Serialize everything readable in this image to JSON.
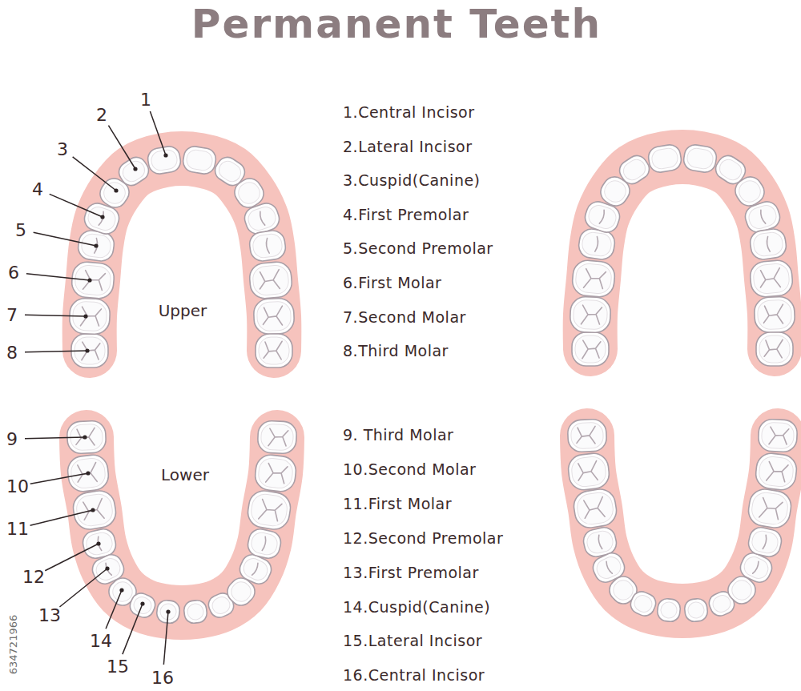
{
  "diagram": {
    "title": "Permanent Teeth",
    "labels": [
      "Upper",
      "1",
      "2",
      "3",
      "4",
      "5",
      "6",
      "7",
      "8",
      "1.Central Incisor",
      "2.Lateral Incisor",
      "3.Cuspid(Canine)",
      "4.First Premolar",
      "5.Second Premolar",
      "6.First Molar",
      "7.Second Molar",
      "8.Third Molar",
      "Lower",
      "9",
      "10",
      "11",
      "12",
      "13",
      "14",
      "15",
      "16",
      "9. Third Molar",
      "10.Second Molar",
      "11.First Molar",
      "12.Second Premolar",
      "13.First Premolar",
      "14.Cuspid(Canine)",
      "15.Lateral Incisor",
      "16.Central Incisor",
      "634721966"
    ]
  }
}
